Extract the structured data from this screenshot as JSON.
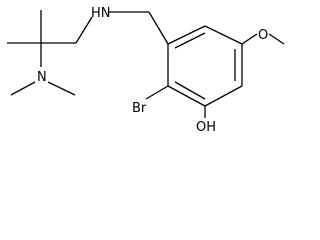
{
  "structure": {
    "atoms": {
      "amine_nh": "HN",
      "dimethylamino_n": "N",
      "bromine": "Br",
      "hydroxyl": "OH",
      "methoxy_o": "O"
    }
  }
}
